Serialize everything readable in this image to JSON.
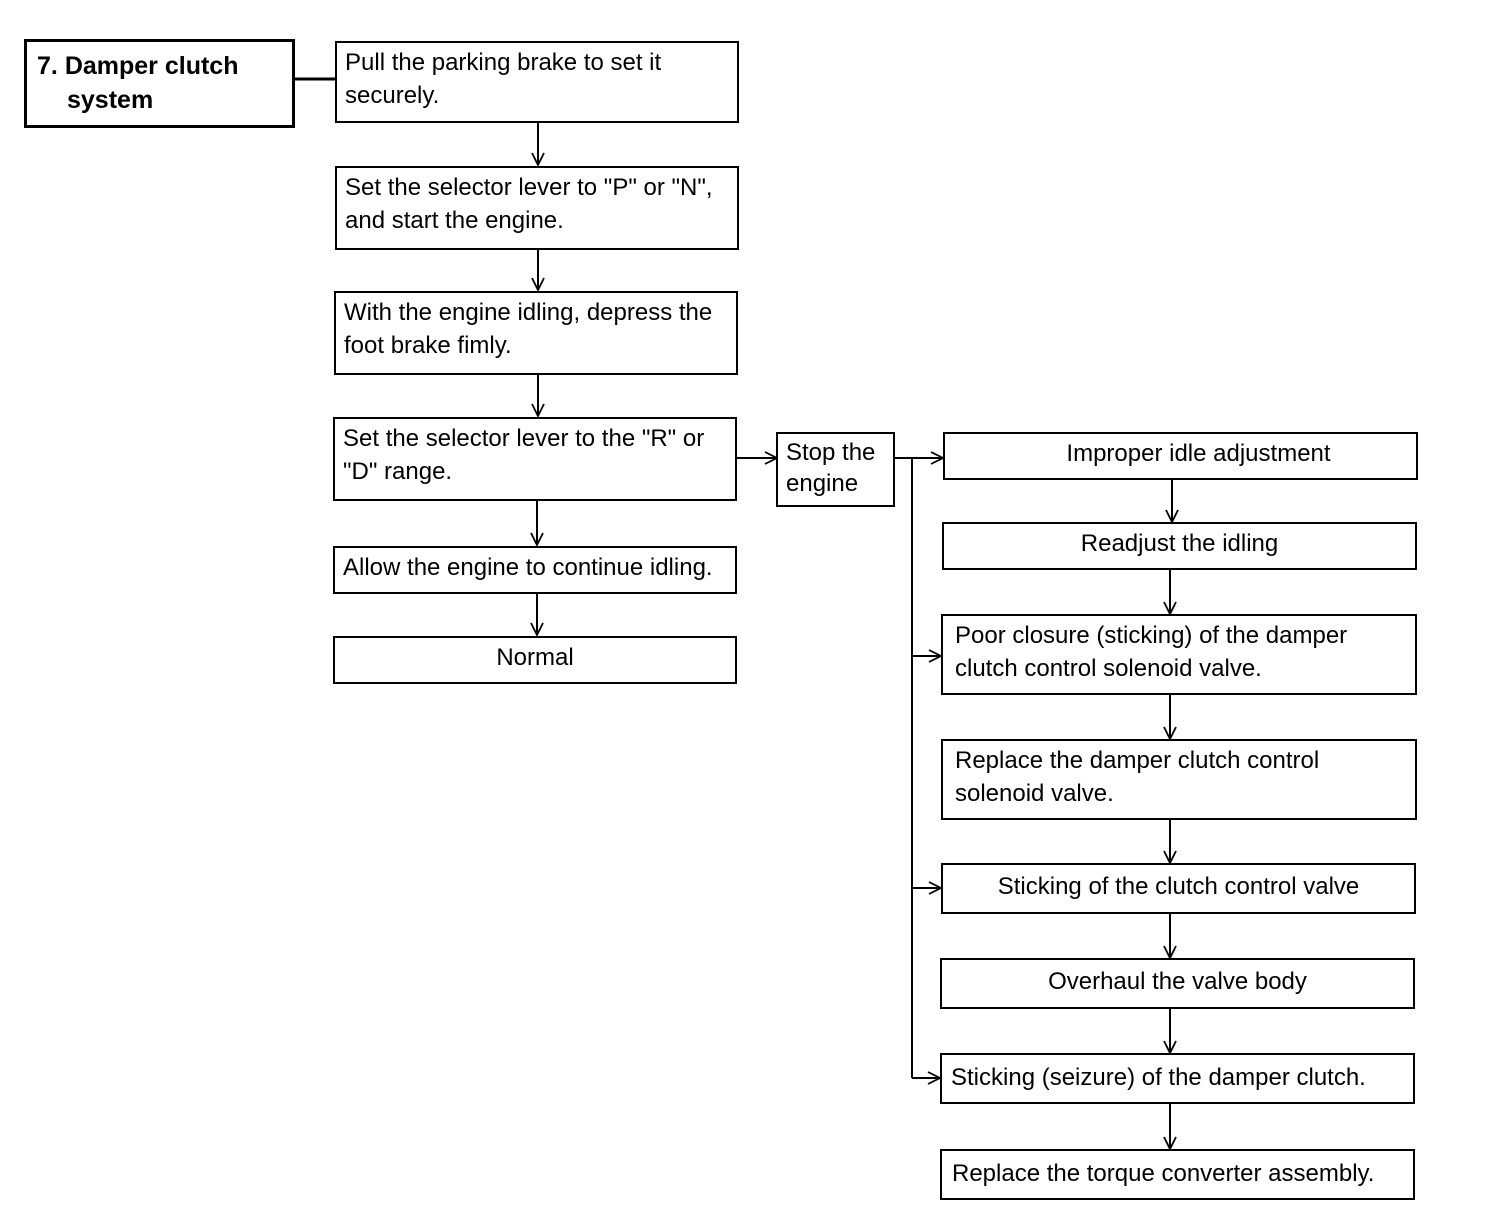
{
  "title": {
    "number": "7.",
    "line1": "Damper clutch",
    "line2": "system"
  },
  "steps": [
    "Pull the parking brake to set it\nsecurely.",
    "Set the selector lever to \"P\" or \"N\",\nand start the engine.",
    "With the engine idling, depress the\nfoot brake fimly.",
    "Set the selector lever to the \"R\" or\n\"D\" range.",
    "Allow the engine to continue idling.",
    "Normal"
  ],
  "stop_engine": "Stop the\nengine",
  "causes": [
    {
      "cause": "Improper idle adjustment",
      "remedy": "Readjust the idling"
    },
    {
      "cause": "Poor closure (sticking) of the damper\nclutch control solenoid valve.",
      "remedy": "Replace the damper clutch control\nsolenoid valve."
    },
    {
      "cause": "Sticking of the clutch control valve",
      "remedy": "Overhaul the valve body"
    },
    {
      "cause": "Sticking (seizure) of the damper clutch.",
      "remedy": "Replace the torque converter assembly."
    }
  ]
}
